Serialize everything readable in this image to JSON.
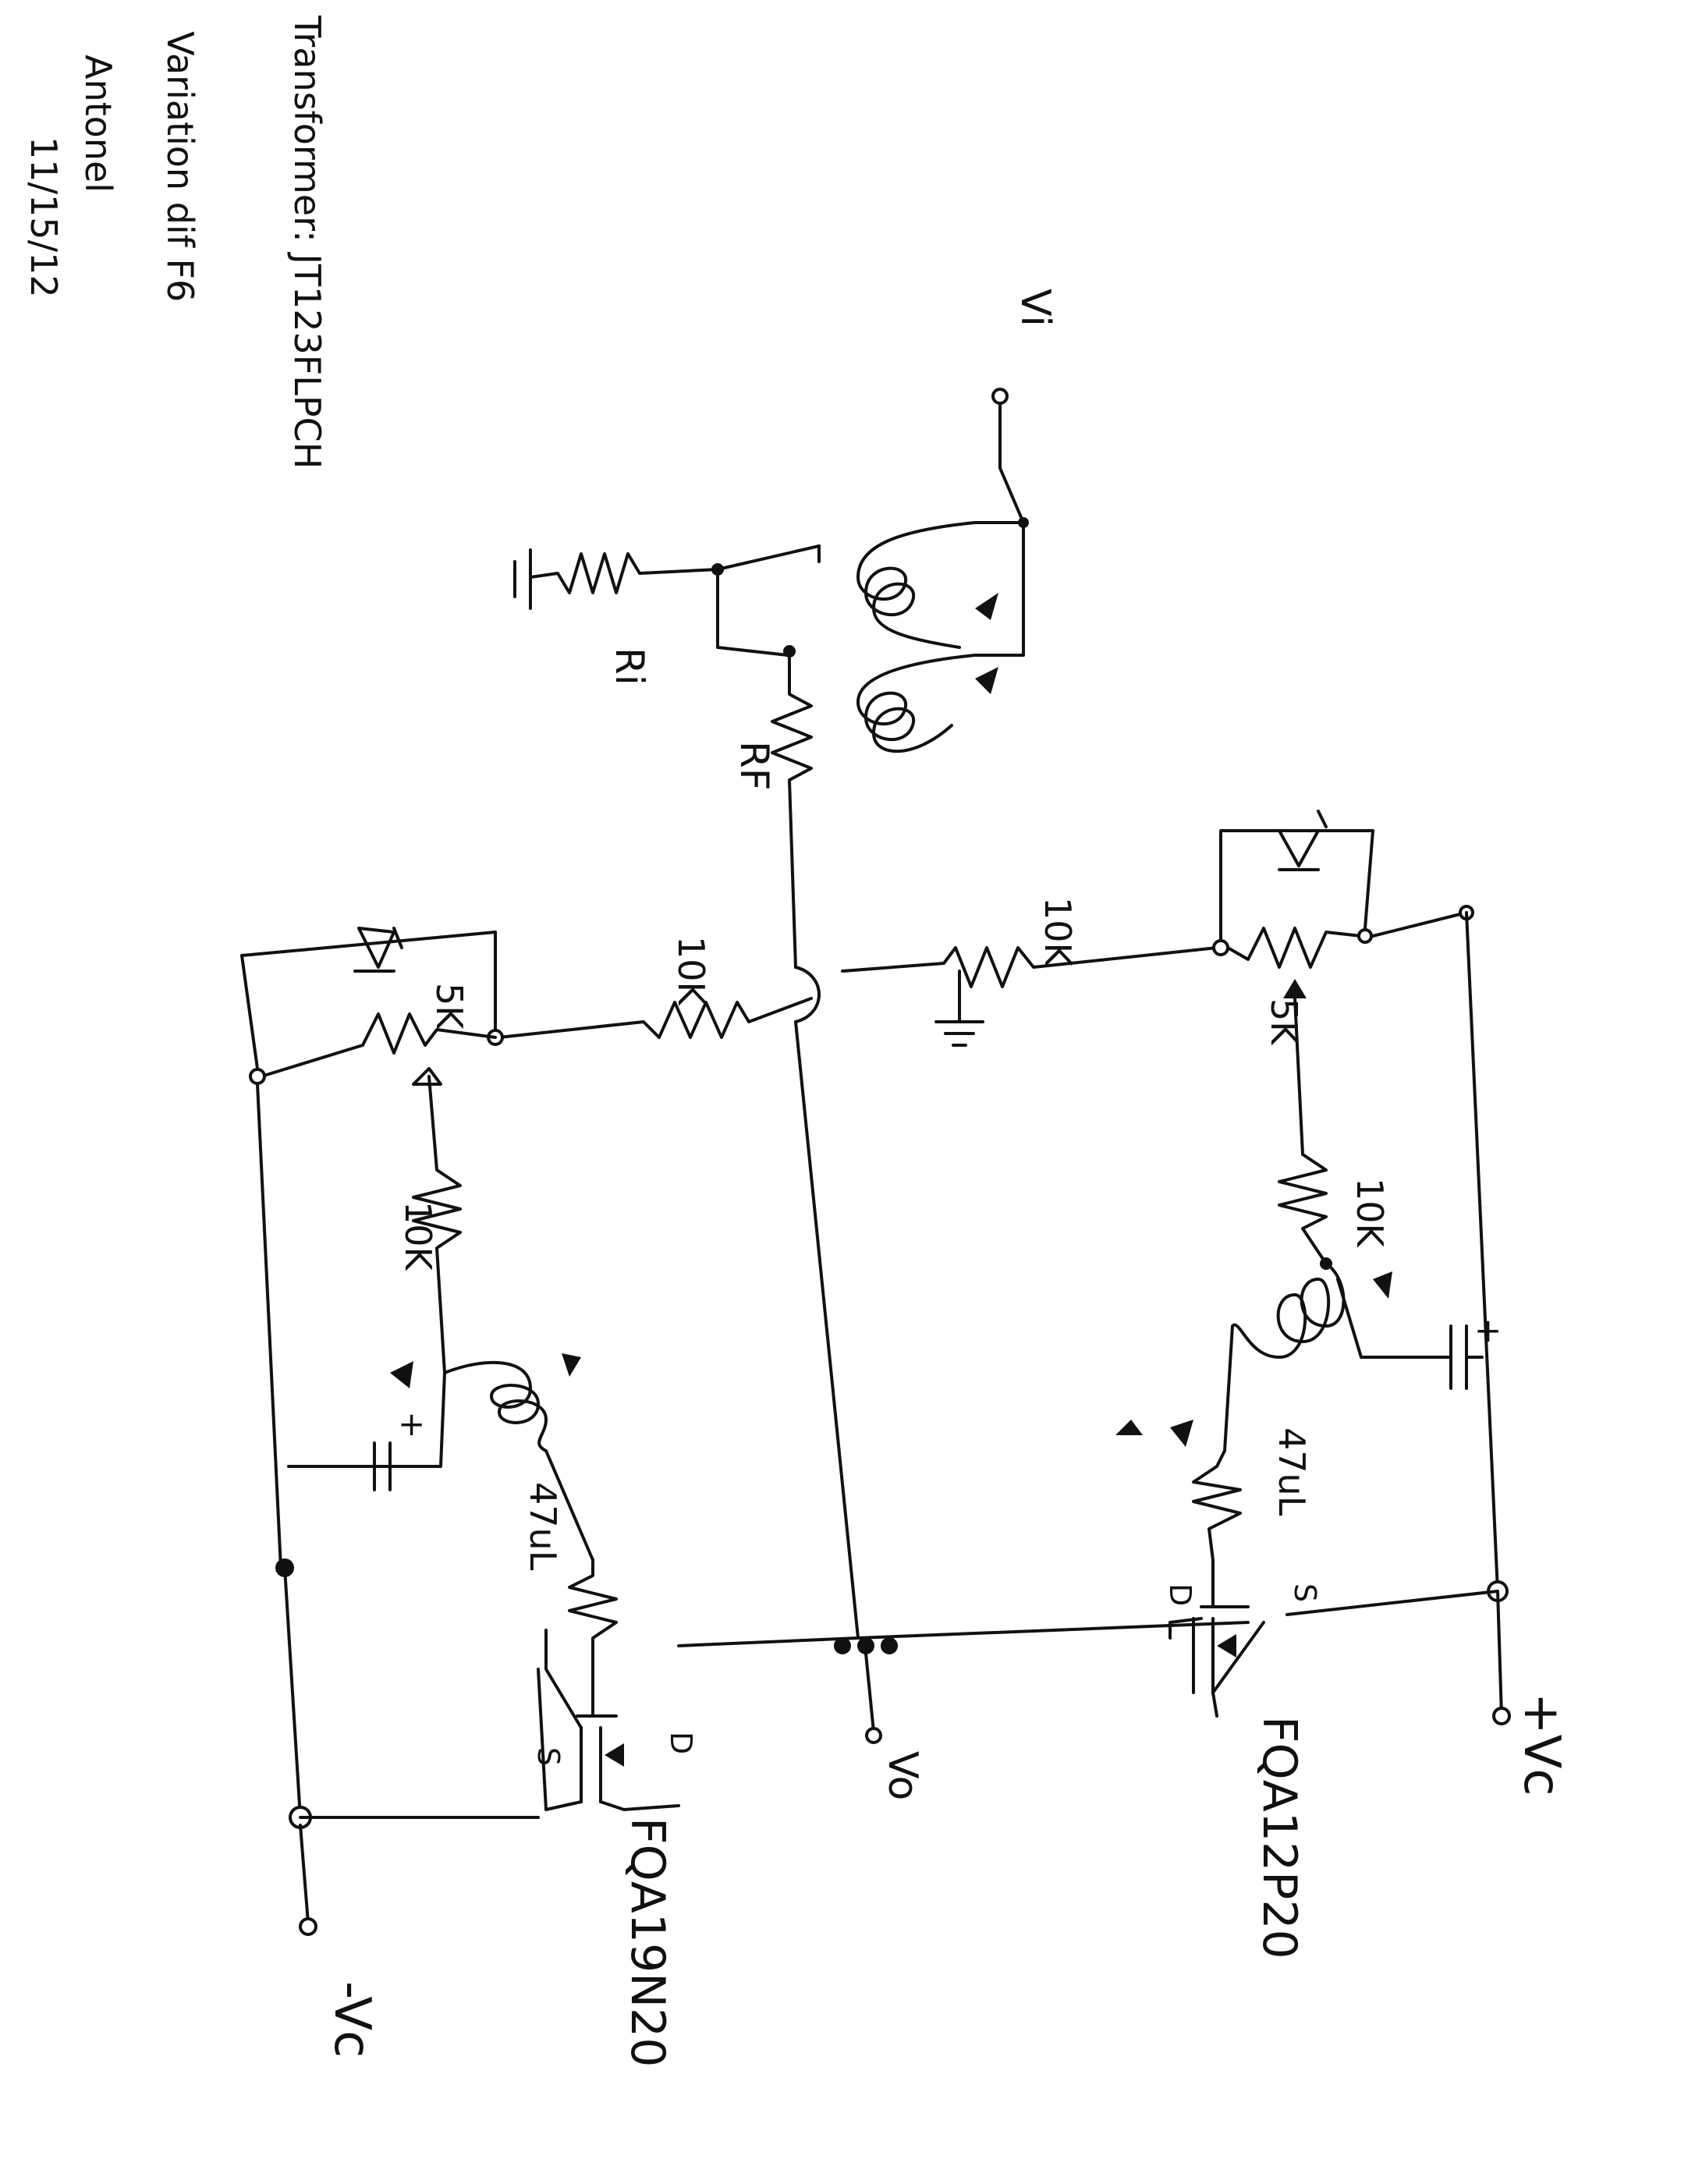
{
  "notes": {
    "line1": "Transformer: JT123FLPCH",
    "line2": "Variation dif F6",
    "line3": "Antonel",
    "line4": "11/15/12"
  },
  "labels": {
    "vi": "Vi",
    "ri": "Ri",
    "rf": "RF",
    "vo": "Vo",
    "vc_pos": "+Vc",
    "vc_neg": "-Vc",
    "r10k_upper": "10K",
    "r10k_lower": "10K",
    "pot_upper": "5K",
    "pot_lower": "5K",
    "r10k_upper_bias": "10K",
    "r10k_lower_bias": "10K",
    "ind_upper": "47uL",
    "ind_lower": "47uL",
    "mos_p": "FQA12P20",
    "mos_n": "FQA19N20",
    "pin_s_upper": "S",
    "pin_d_upper": "D",
    "pin_s_lower": "S",
    "pin_d_lower": "D",
    "cap_plus_upper": "+",
    "cap_plus_lower": "+"
  }
}
